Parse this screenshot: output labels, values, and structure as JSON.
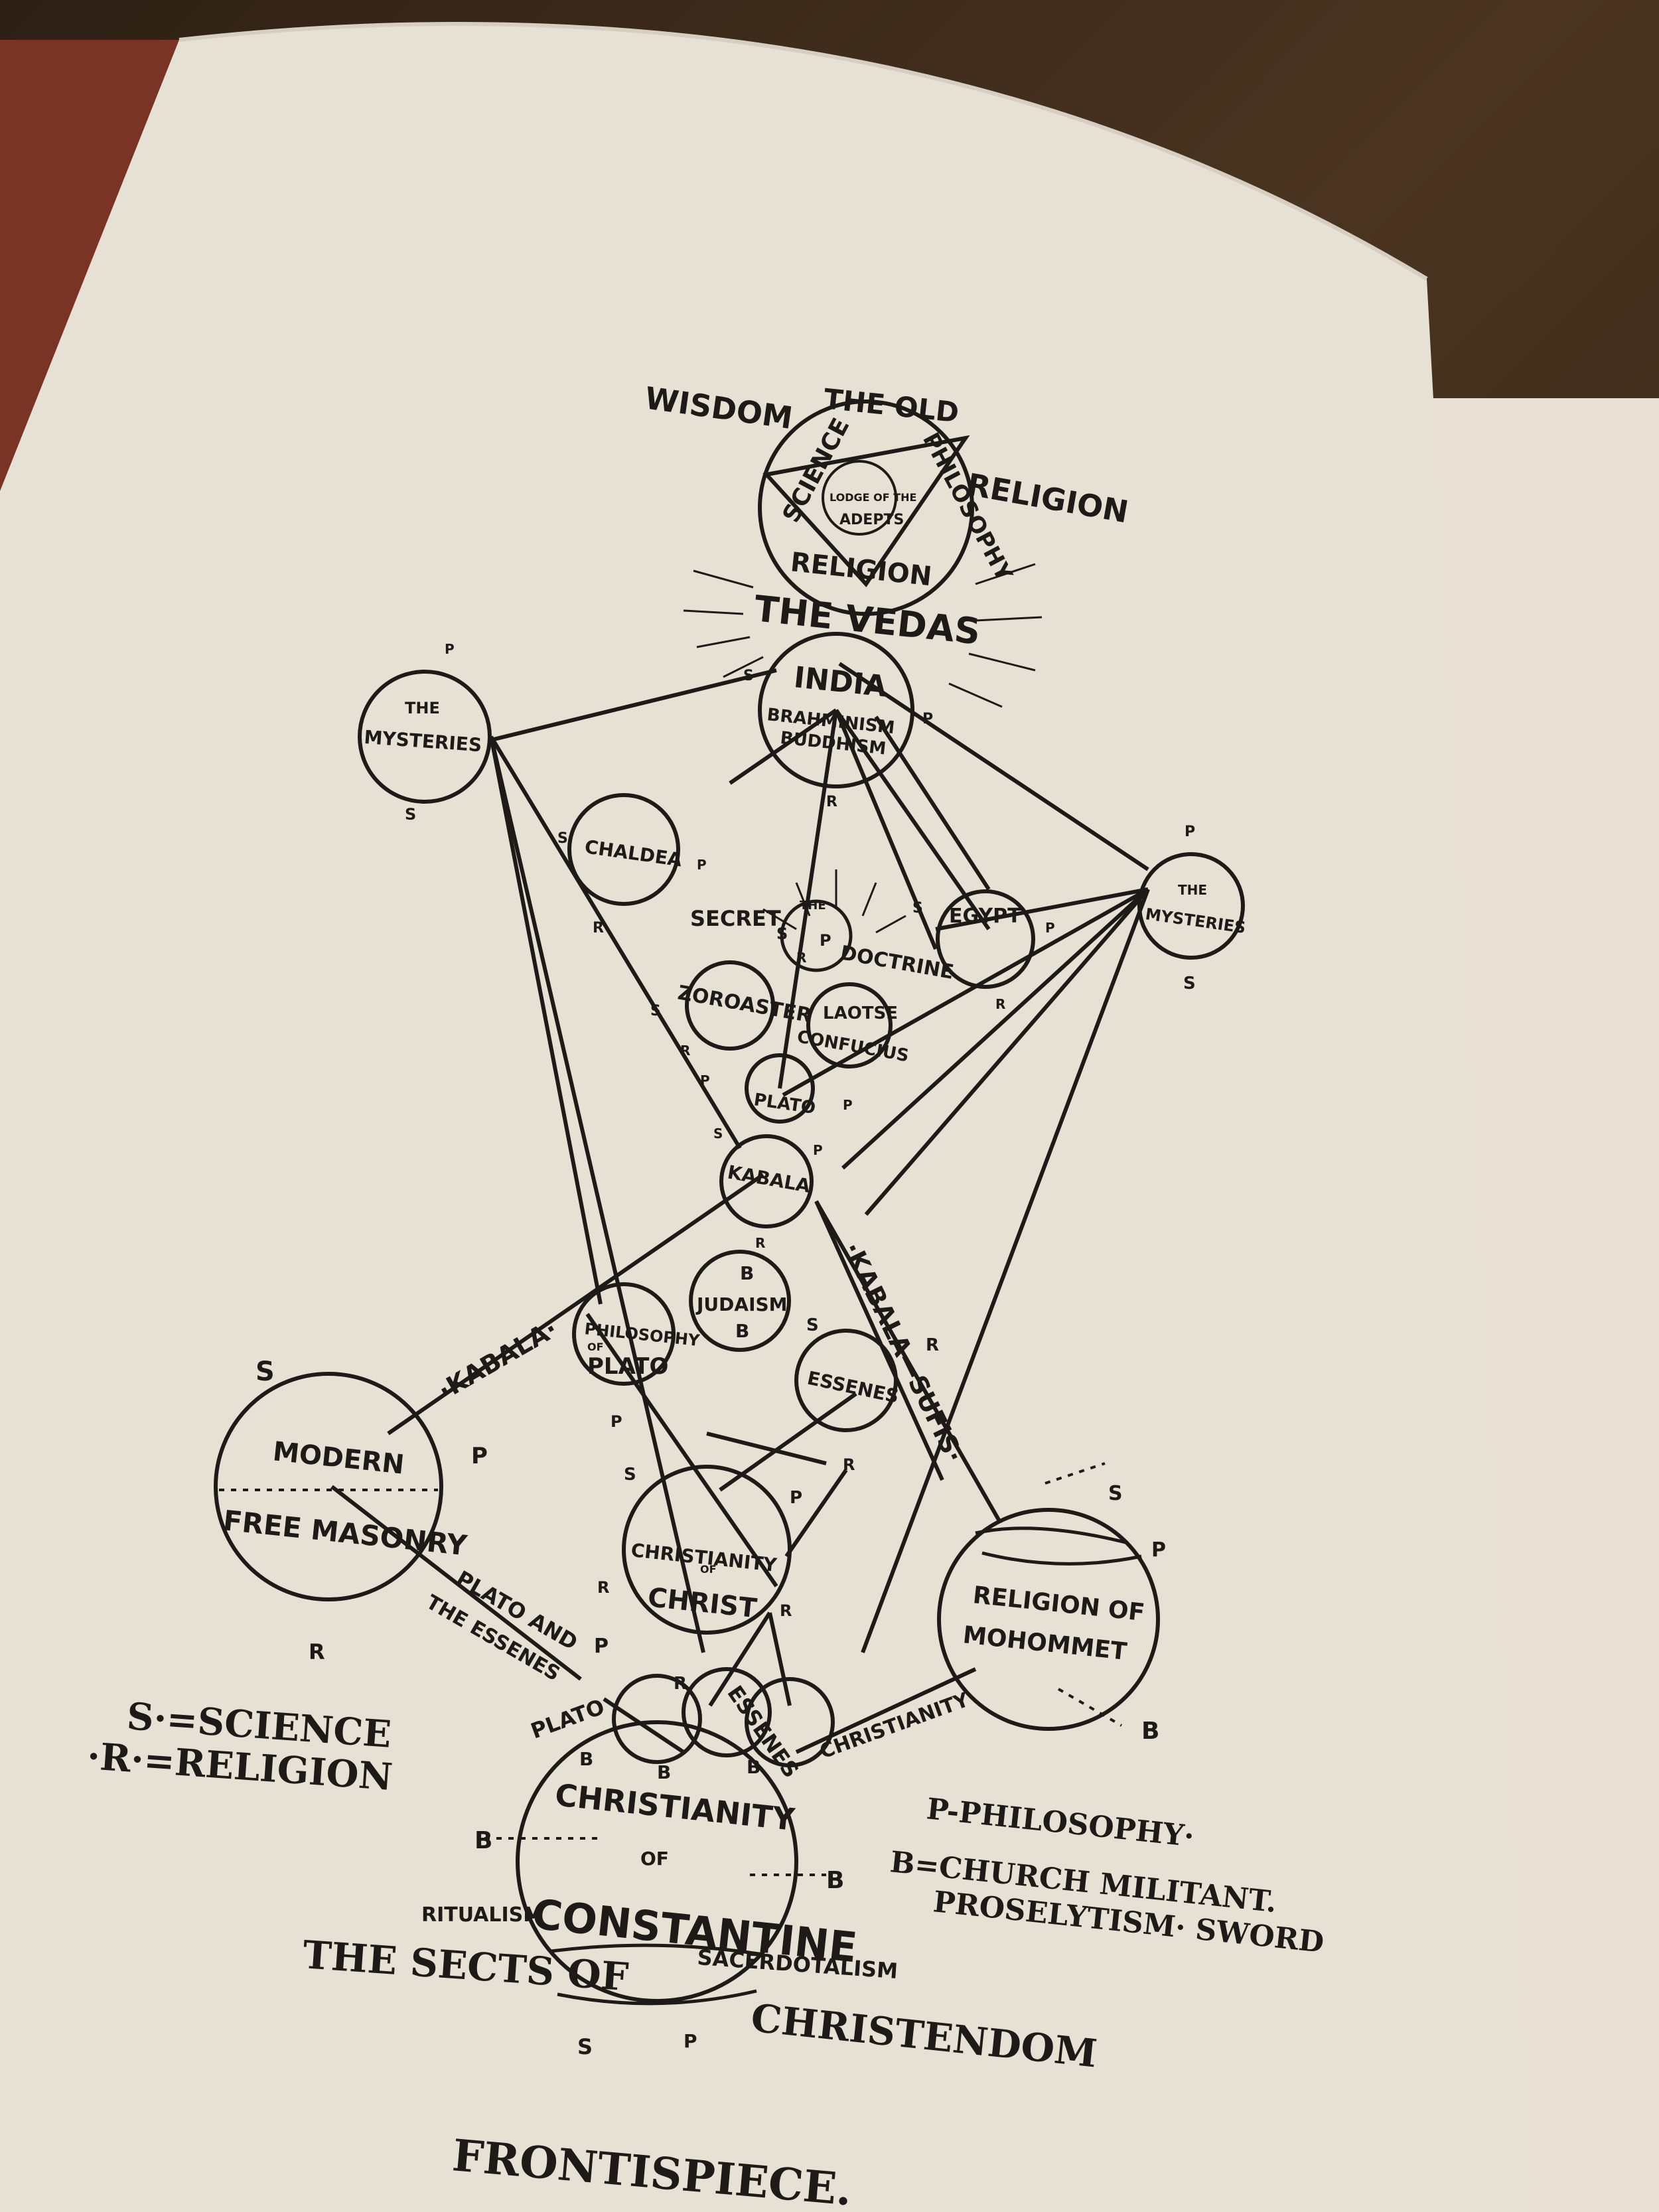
{
  "top": {
    "wisdom": "WISDOM",
    "the_old": "THE OLD",
    "religion": "RELIGION",
    "science": "SCIENCE",
    "philosophy": "PHILOSOPHY",
    "lodge": "LODGE OF THE",
    "adepts": "ADEPTS",
    "inner_religion": "RELIGION",
    "vedas": "THE VEDAS"
  },
  "india": {
    "name": "INDIA",
    "sub1": "BRAHMINISM",
    "sub2": "BUDDHISM"
  },
  "mysteries_left": {
    "line1": "THE",
    "line2": "MYSTERIES"
  },
  "mysteries_right": {
    "line1": "THE",
    "line2": "MYSTERIES"
  },
  "chaldea": "CHALDEA",
  "egypt": "EGYPT",
  "secret": "SECRET",
  "doctrine": "DOCTRINE",
  "the_small": "THE",
  "zoroaster": "ZOROASTER",
  "laotse": {
    "line1": "LAOTSE",
    "line2": "CONFUCIUS"
  },
  "plato": "PLATO",
  "kabala": "KABALA",
  "judaism": "JUDAISM",
  "philosophy_plato": {
    "line1": "PHILOSOPHY",
    "line2": "OF",
    "line3": "PLATO"
  },
  "essenes": "ESSENES",
  "kabala_left": "·KABALA·",
  "kabala_sufis": "·KABALA—SUFIS·",
  "freemasonry": {
    "line1": "MODERN",
    "line2": "FREE MASONRY"
  },
  "christ": {
    "line1": "CHRISTIANITY",
    "line2": "OF",
    "line3": "CHRIST"
  },
  "mohommet": {
    "line1": "RELIGION OF",
    "line2": "MOHOMMET"
  },
  "plato_essenes": {
    "line1": "PLATO AND",
    "line2": "THE ESSENES"
  },
  "plato_lower": "PLATO",
  "essenes_lower": "ESSENES",
  "christianity_path": "CHRISTIANITY",
  "constantine": {
    "line1": "CHRISTIANITY",
    "line2": "OF",
    "line3": "CONSTANTINE"
  },
  "ritualism": "RITUALISM",
  "sacerdotalism": "SACERDOTALISM",
  "sects": "THE SECTS OF",
  "christendom": "CHRISTENDOM",
  "letters": {
    "s": "S",
    "r": "R",
    "p": "P",
    "b": "B"
  },
  "legend": {
    "science": "S·=SCIENCE",
    "religion": "·R·=RELIGION",
    "philosophy": "P-PHILOSOPHY·",
    "church": "B=CHURCH MILITANT.",
    "proselytism": "PROSELYTISM· SWORD"
  },
  "caption": "FRONTISPIECE."
}
